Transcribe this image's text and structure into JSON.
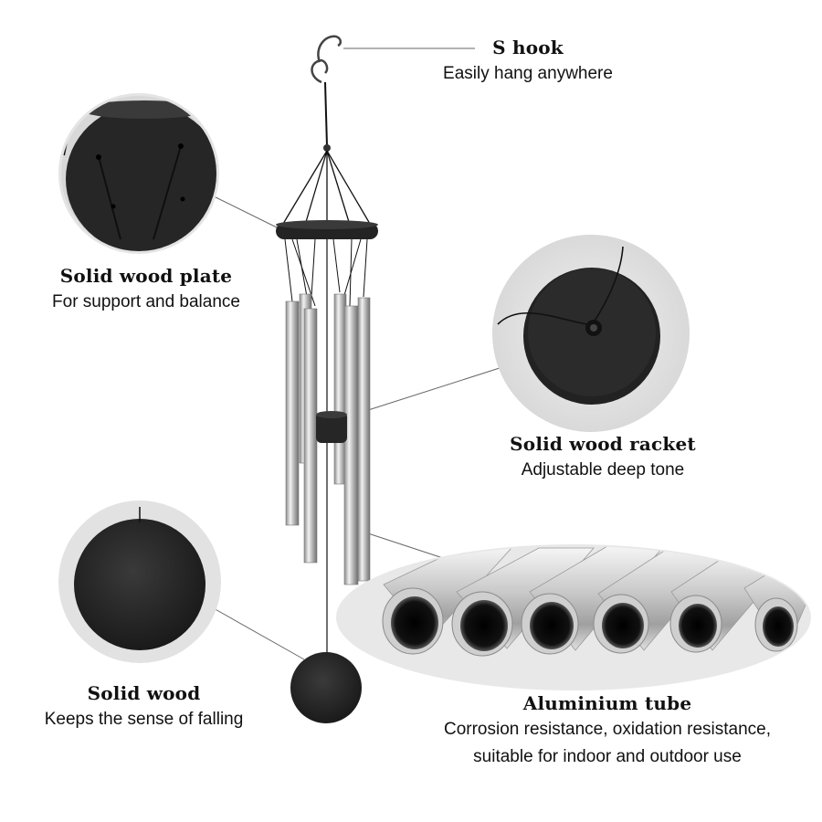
{
  "annotations": {
    "s_hook": {
      "title": "S hook",
      "desc": "Easily hang anywhere"
    },
    "wood_plate": {
      "title": "Solid wood plate",
      "desc": "For support and balance"
    },
    "wood_racket": {
      "title": "Solid wood racket",
      "desc": "Adjustable deep tone"
    },
    "solid_wood": {
      "title": "Solid wood",
      "desc": "Keeps the sense of falling"
    },
    "aluminium_tube": {
      "title": "Aluminium tube",
      "desc_line1": "Corrosion resistance, oxidation resistance,",
      "desc_line2": "suitable for indoor and outdoor use"
    }
  },
  "colors": {
    "wood": "#2a2a2a",
    "wood_dark": "#1a1a1a",
    "tube_light": "#e6e6e6",
    "tube_dark": "#7a7a7a",
    "leader_line": "#555555",
    "background": "#ffffff"
  }
}
